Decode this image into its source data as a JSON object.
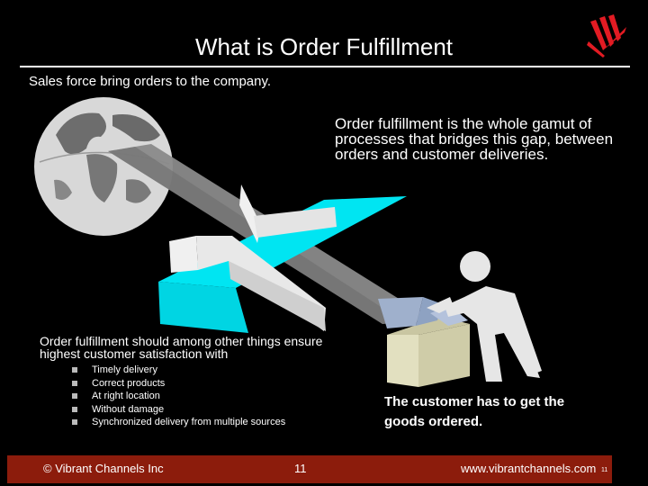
{
  "slide": {
    "title": "What is Order Fulfillment",
    "subtitle": "Sales force bring orders to the company.",
    "gap_text": "Order fulfillment is the whole gamut of processes that bridges this gap, between orders and customer deliveries.",
    "satisfaction_text": "Order fulfillment should among other things ensure highest customer satisfaction with",
    "bullets": [
      "Timely delivery",
      "Correct products",
      "At right location",
      "Without damage",
      "Synchronized delivery from multiple sources"
    ],
    "customer_text": "The customer has to get the goods ordered."
  },
  "footer": {
    "copyright": "© Vibrant Channels Inc",
    "page_number": "11",
    "url": "www.vibrantchannels.com",
    "page_mark": "11"
  },
  "icons": {
    "logo": "vibrant-channels-logo",
    "globe": "globe-icon",
    "bridge": "gap-bridge-graphic",
    "person": "person-icon",
    "box": "open-box-icon"
  },
  "colors": {
    "background": "#000000",
    "footer_bar": "#8c1c0c",
    "logo_red": "#e21b23",
    "bridge_cyan": "#00e5f2",
    "beam_gray": "#8a8a8a"
  }
}
